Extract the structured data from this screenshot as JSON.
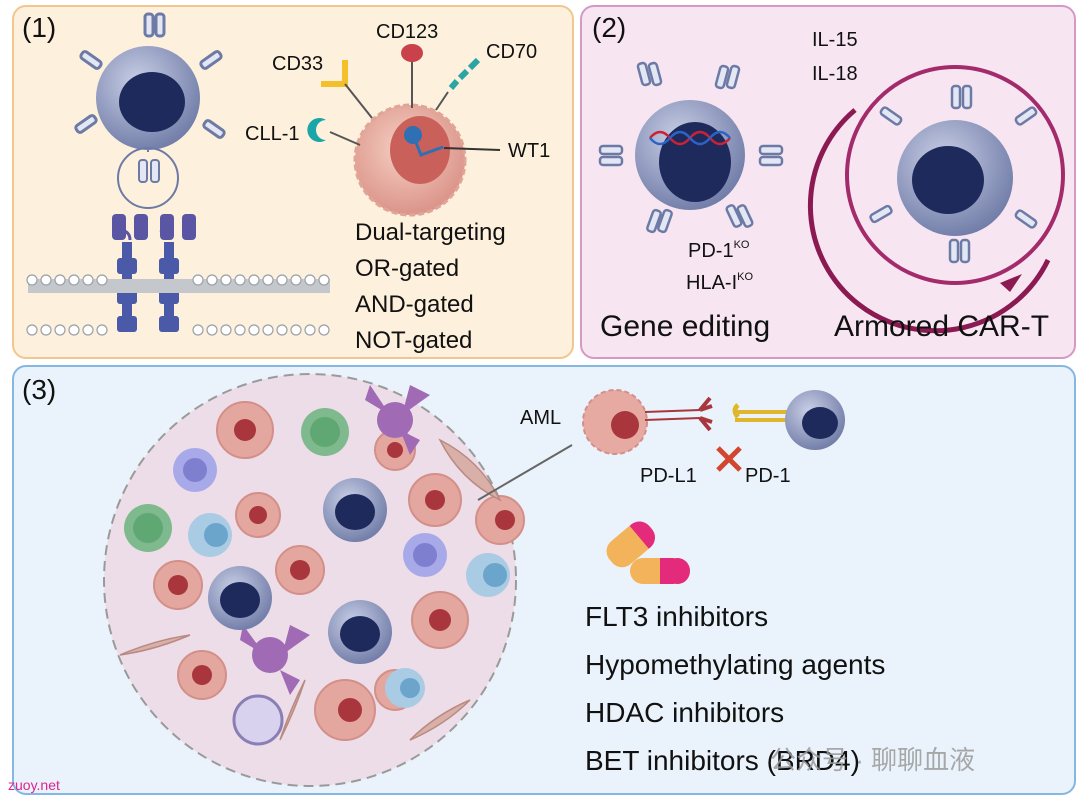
{
  "panel1": {
    "number": "(1)",
    "antigens": [
      "CD123",
      "CD33",
      "CD70",
      "CLL-1",
      "WT1"
    ],
    "strategies": [
      "Dual-targeting",
      "OR-gated",
      "AND-gated",
      "NOT-gated"
    ]
  },
  "panel2": {
    "number": "(2)",
    "cytokines": [
      "IL-15",
      "IL-18"
    ],
    "ko_genes": [
      {
        "gene": "PD-1",
        "sup": "KO"
      },
      {
        "gene": "HLA-I",
        "sup": "KO"
      }
    ],
    "captions": [
      "Gene editing",
      "Armored CAR-T"
    ]
  },
  "panel3": {
    "number": "(3)",
    "aml_label": "AML",
    "ligand_label": "PD-L1",
    "receptor_label": "PD-1",
    "drugs": [
      "FLT3 inhibitors",
      "Hypomethylating agents",
      "HDAC inhibitors",
      "BET inhibitors (BRD4)"
    ]
  },
  "watermark": "公众号 · 聊聊血液",
  "site": "zuoy.net",
  "colors": {
    "panel1_bg": "#fdf0dc",
    "panel2_bg": "#f7e6f1",
    "panel3_bg": "#eaf3fb",
    "tcell_body": "#8d97bd",
    "nucleus": "#1f2a5c",
    "tumor": "#e8a79e",
    "magenta": "#b3267a"
  }
}
